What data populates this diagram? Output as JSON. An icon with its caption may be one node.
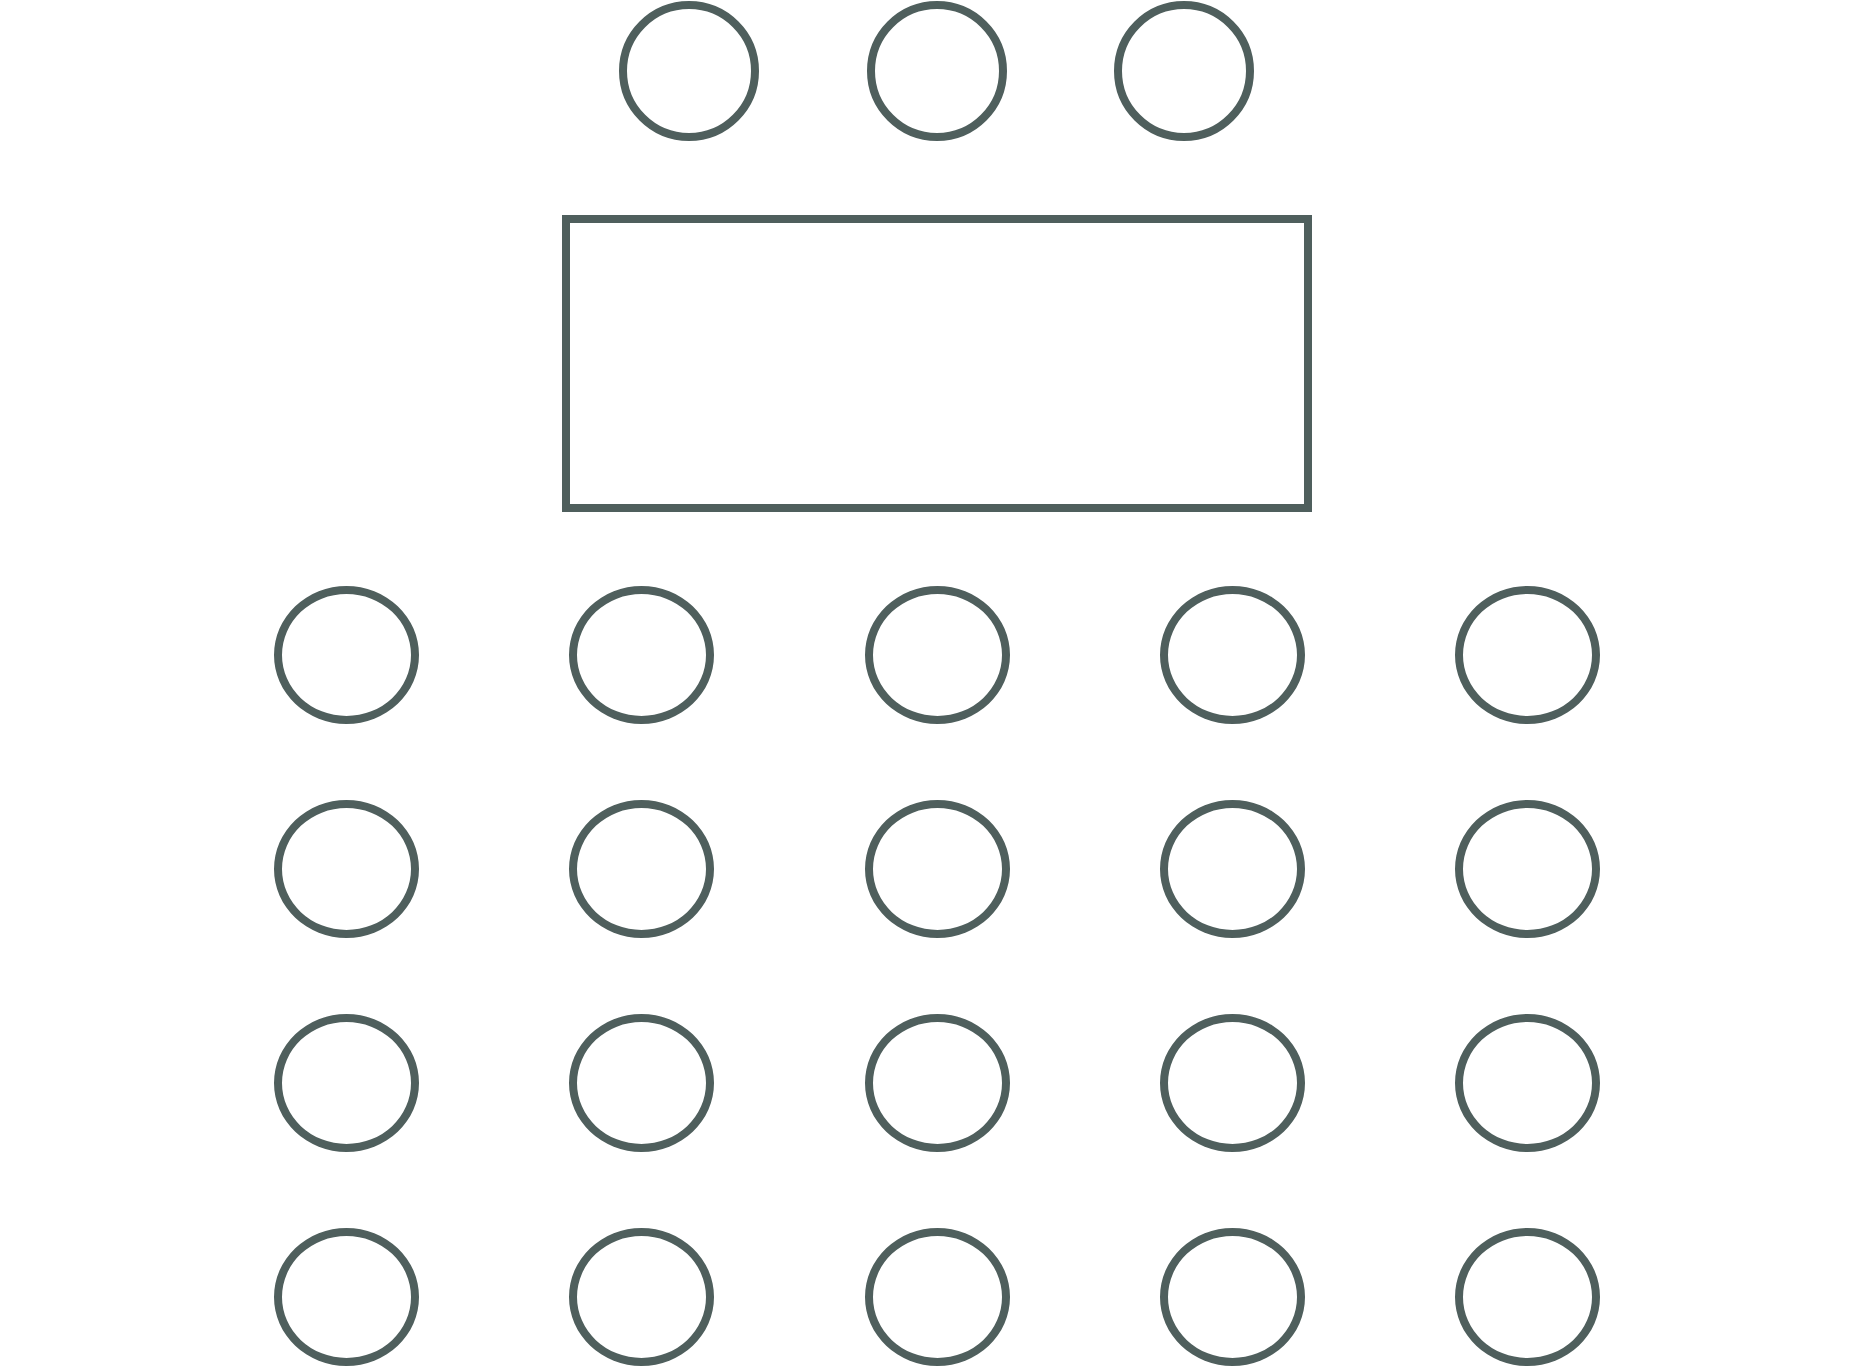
{
  "diagram": {
    "nodes": [
      {
        "text": [],
        "shape": "circle"
      },
      {
        "text": [],
        "shape": "circle"
      },
      {
        "text": [],
        "shape": "circle"
      },
      {
        "text": [],
        "shape": "box"
      },
      {
        "text": [],
        "shape": "circle"
      },
      {
        "text": [],
        "shape": "circle"
      },
      {
        "text": [],
        "shape": "circle"
      },
      {
        "text": [],
        "shape": "circle"
      },
      {
        "text": [],
        "shape": "circle"
      },
      {
        "text": [],
        "shape": "circle"
      },
      {
        "text": [],
        "shape": "circle"
      },
      {
        "text": [],
        "shape": "circle"
      },
      {
        "text": [],
        "shape": "circle"
      },
      {
        "text": [],
        "shape": "circle"
      },
      {
        "text": [],
        "shape": "circle"
      },
      {
        "text": [],
        "shape": "circle"
      },
      {
        "text": [],
        "shape": "circle"
      },
      {
        "text": [],
        "shape": "circle"
      },
      {
        "text": [],
        "shape": "circle"
      },
      {
        "text": [],
        "shape": "circle"
      },
      {
        "text": [],
        "shape": "circle"
      },
      {
        "text": [],
        "shape": "circle"
      },
      {
        "text": [],
        "shape": "circle"
      },
      {
        "text": [],
        "shape": "circle"
      }
    ]
  }
}
